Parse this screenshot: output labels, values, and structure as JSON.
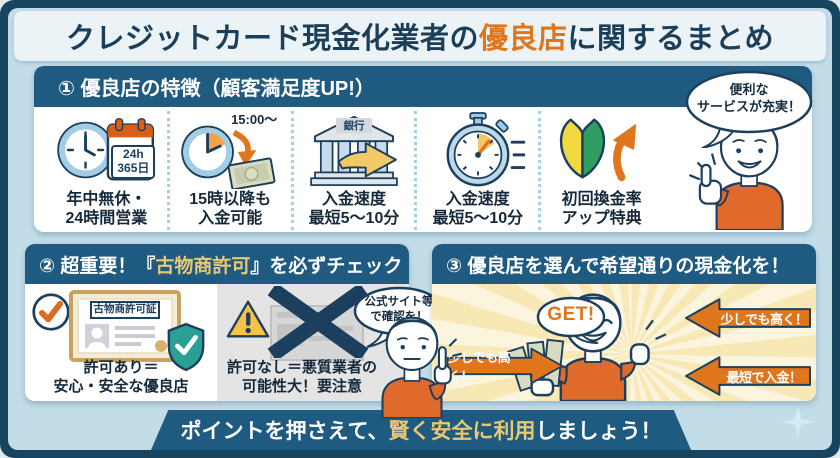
{
  "colors": {
    "navy_border": "#17455f",
    "header_blue": "#1f5a80",
    "accent_orange": "#e0761c",
    "gold": "#e9c873",
    "bg_blue": "#c2dce8"
  },
  "title": {
    "prefix": "クレジットカード現金化業者の",
    "highlight": "優良店",
    "suffix": "に関するまとめ"
  },
  "section1": {
    "heading": "① 優良店の特徴（顧客満足度UP!）",
    "speech_bubble": "便利な\nサービスが充実！",
    "features": [
      {
        "icon": "clock-calendar-icon",
        "badge": "24h\n365日",
        "label": "年中無休・\n24時間営業"
      },
      {
        "icon": "afternoon-clock-icon",
        "badge": "15:00～",
        "label": "15時以降も\n入金可能"
      },
      {
        "icon": "bank-transfer-icon",
        "badge": "銀行",
        "label": "入金速度\n最短5～10分"
      },
      {
        "icon": "stopwatch-icon",
        "label": "入金速度\n最短5～10分"
      },
      {
        "icon": "beginner-mark-icon",
        "label": "初回換金率\nアップ特典"
      }
    ]
  },
  "section2": {
    "heading_prefix": "② 超重要！『",
    "heading_highlight": "古物商許可",
    "heading_suffix": "』を必ずチェック",
    "licensed": {
      "certificate_title": "古物商許可証",
      "caption": "許可あり＝\n安心・安全な優良店"
    },
    "unlicensed": {
      "speech_bubble": "公式サイト等\nで確認を！",
      "caption": "許可なし＝悪質業者の\n可能性大！要注意"
    }
  },
  "section3": {
    "heading": "③ 優良店を選んで希望通りの現金化を！",
    "speech_bubble": "GET!",
    "arrow_left": "少しでも高く！",
    "arrow_right_top": "少しでも高く！",
    "arrow_right_bottom": "最短で入金！"
  },
  "footer": {
    "prefix": "ポイントを押さえて、",
    "highlight": "賢く安全に利用",
    "suffix": "しましょう！"
  }
}
